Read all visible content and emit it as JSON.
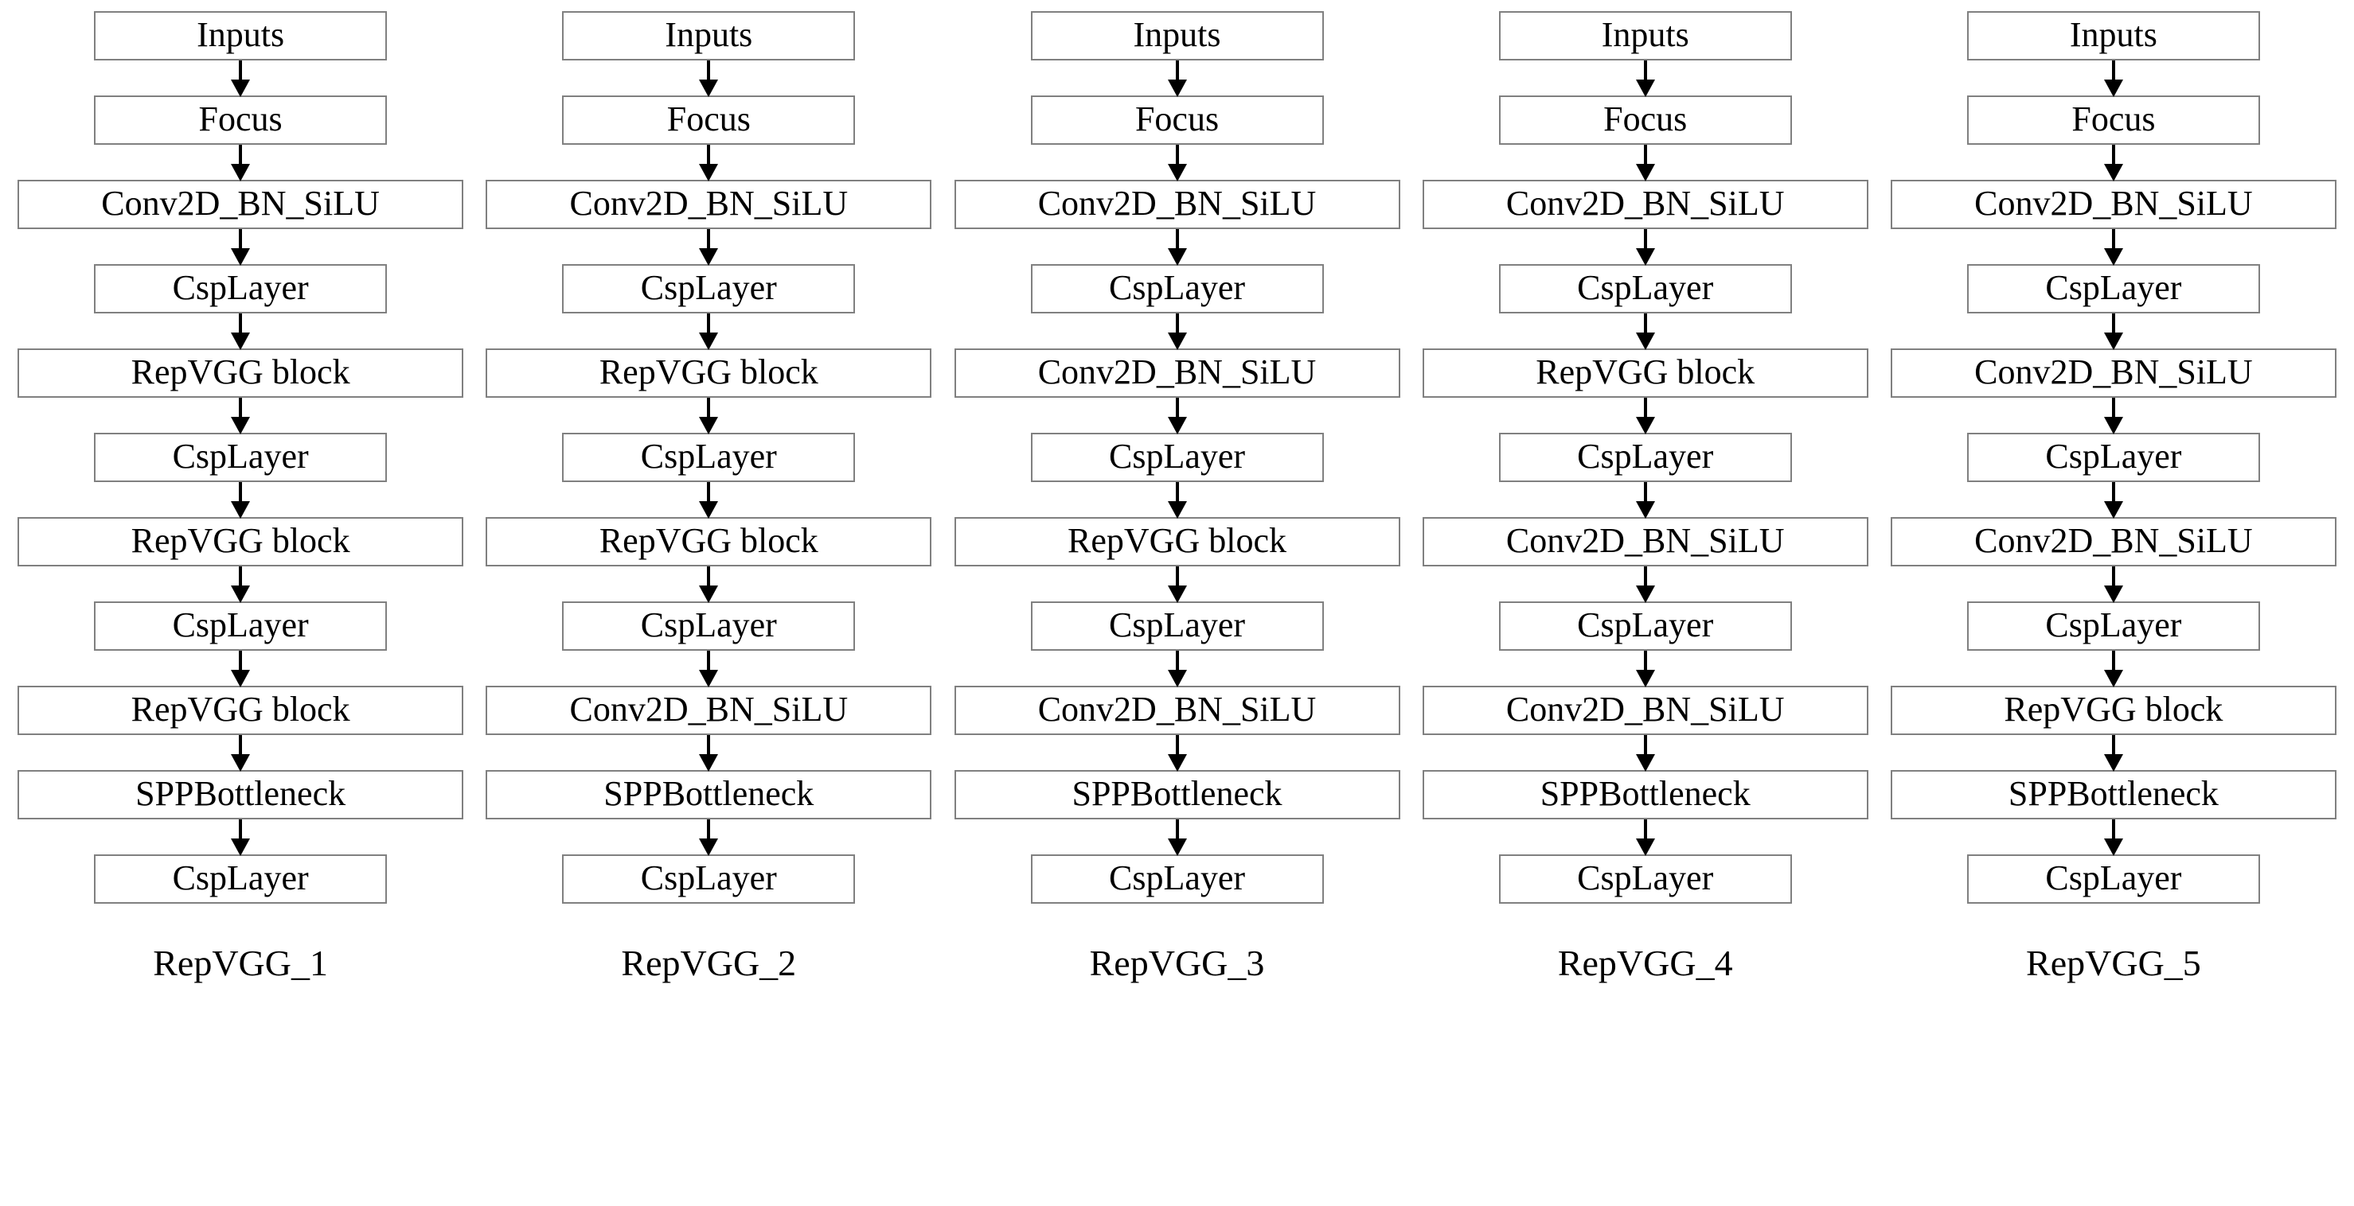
{
  "figure": {
    "type": "flowchart-grid",
    "orientation": "vertical-chains",
    "column_count": 5,
    "rows_per_column": 11,
    "box_border_color": "#808080",
    "arrow_color": "#000000",
    "background_color": "#ffffff",
    "text_color": "#000000"
  },
  "labels": {
    "inputs": "Inputs",
    "focus": "Focus",
    "conv": "Conv2D_BN_SiLU",
    "csp": "CspLayer",
    "rep": "RepVGG block",
    "spp": "SPPBottleneck"
  },
  "columns": [
    {
      "caption": "RepVGG_1",
      "nodes": [
        "Inputs",
        "Focus",
        "Conv2D_BN_SiLU",
        "CspLayer",
        "RepVGG block",
        "CspLayer",
        "RepVGG block",
        "CspLayer",
        "RepVGG block",
        "SPPBottleneck",
        "CspLayer"
      ]
    },
    {
      "caption": "RepVGG_2",
      "nodes": [
        "Inputs",
        "Focus",
        "Conv2D_BN_SiLU",
        "CspLayer",
        "RepVGG block",
        "CspLayer",
        "RepVGG block",
        "CspLayer",
        "Conv2D_BN_SiLU",
        "SPPBottleneck",
        "CspLayer"
      ]
    },
    {
      "caption": "RepVGG_3",
      "nodes": [
        "Inputs",
        "Focus",
        "Conv2D_BN_SiLU",
        "CspLayer",
        "Conv2D_BN_SiLU",
        "CspLayer",
        "RepVGG block",
        "CspLayer",
        "Conv2D_BN_SiLU",
        "SPPBottleneck",
        "CspLayer"
      ]
    },
    {
      "caption": "RepVGG_4",
      "nodes": [
        "Inputs",
        "Focus",
        "Conv2D_BN_SiLU",
        "CspLayer",
        "RepVGG block",
        "CspLayer",
        "Conv2D_BN_SiLU",
        "CspLayer",
        "Conv2D_BN_SiLU",
        "SPPBottleneck",
        "CspLayer"
      ]
    },
    {
      "caption": "RepVGG_5",
      "nodes": [
        "Inputs",
        "Focus",
        "Conv2D_BN_SiLU",
        "CspLayer",
        "Conv2D_BN_SiLU",
        "CspLayer",
        "Conv2D_BN_SiLU",
        "CspLayer",
        "RepVGG block",
        "SPPBottleneck",
        "CspLayer"
      ]
    }
  ]
}
